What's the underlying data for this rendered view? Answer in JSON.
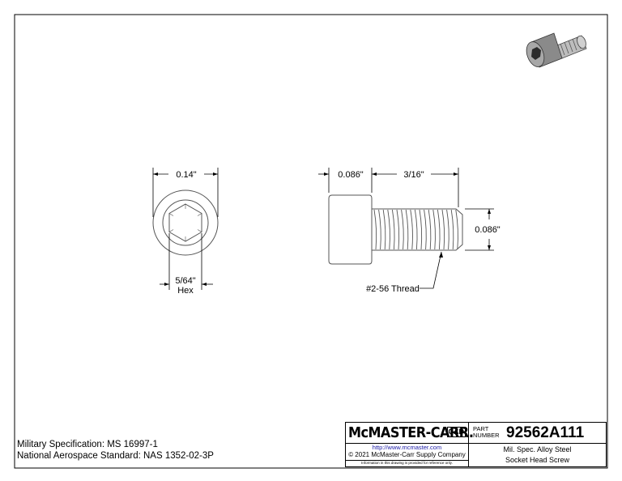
{
  "dimensions": {
    "head_diameter": "0.14\"",
    "hex_size": "5/64\"",
    "hex_label": "Hex",
    "head_height": "0.086\"",
    "thread_length": "3/16\"",
    "thread_diameter": "0.086\"",
    "thread_callout": "#2-56 Thread"
  },
  "specs": {
    "military": "Military Specification: MS 16997-1",
    "aerospace": "National Aerospace Standard: NAS 1352-02-3P"
  },
  "title_block": {
    "brand": "McMASTER-CARR.",
    "cad_mark": "CAD",
    "url": "http://www.mcmaster.com",
    "copyright": "© 2021 McMaster-Carr Supply Company",
    "disclaimer": "Information in this drawing is provided for reference only.",
    "part_label_1": "PART",
    "part_label_2": "NUMBER",
    "part_number": "92562A111",
    "description_1": "Mil. Spec. Alloy Steel",
    "description_2": "Socket Head Screw"
  },
  "colors": {
    "line": "#000000",
    "part_outline": "#555555",
    "link": "#1a1aa6"
  }
}
